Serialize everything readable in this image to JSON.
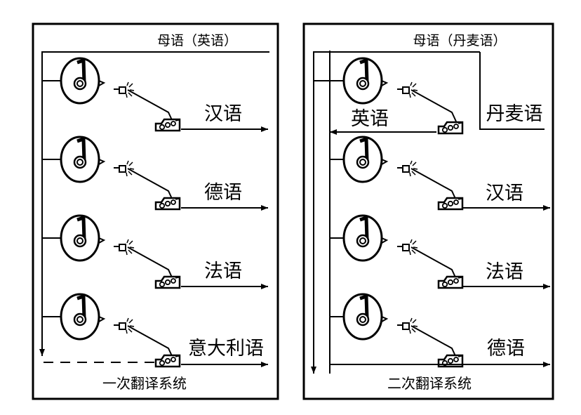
{
  "panels": [
    {
      "source_language": "母语（英语）",
      "caption": "一次翻译系统",
      "outputs": [
        "汉语",
        "德语",
        "法语",
        "意大利语"
      ]
    },
    {
      "source_language": "母语（丹麦语）",
      "caption": "二次翻译系统",
      "relay_language": "英语",
      "relay_input": "丹麦语",
      "outputs": [
        "汉语",
        "法语",
        "德语"
      ]
    }
  ],
  "colors": {
    "stroke": "#000000",
    "background": "#ffffff"
  },
  "icons": [
    "interpreter-headphone-icon",
    "microphone-icon",
    "transmitter-icon"
  ]
}
